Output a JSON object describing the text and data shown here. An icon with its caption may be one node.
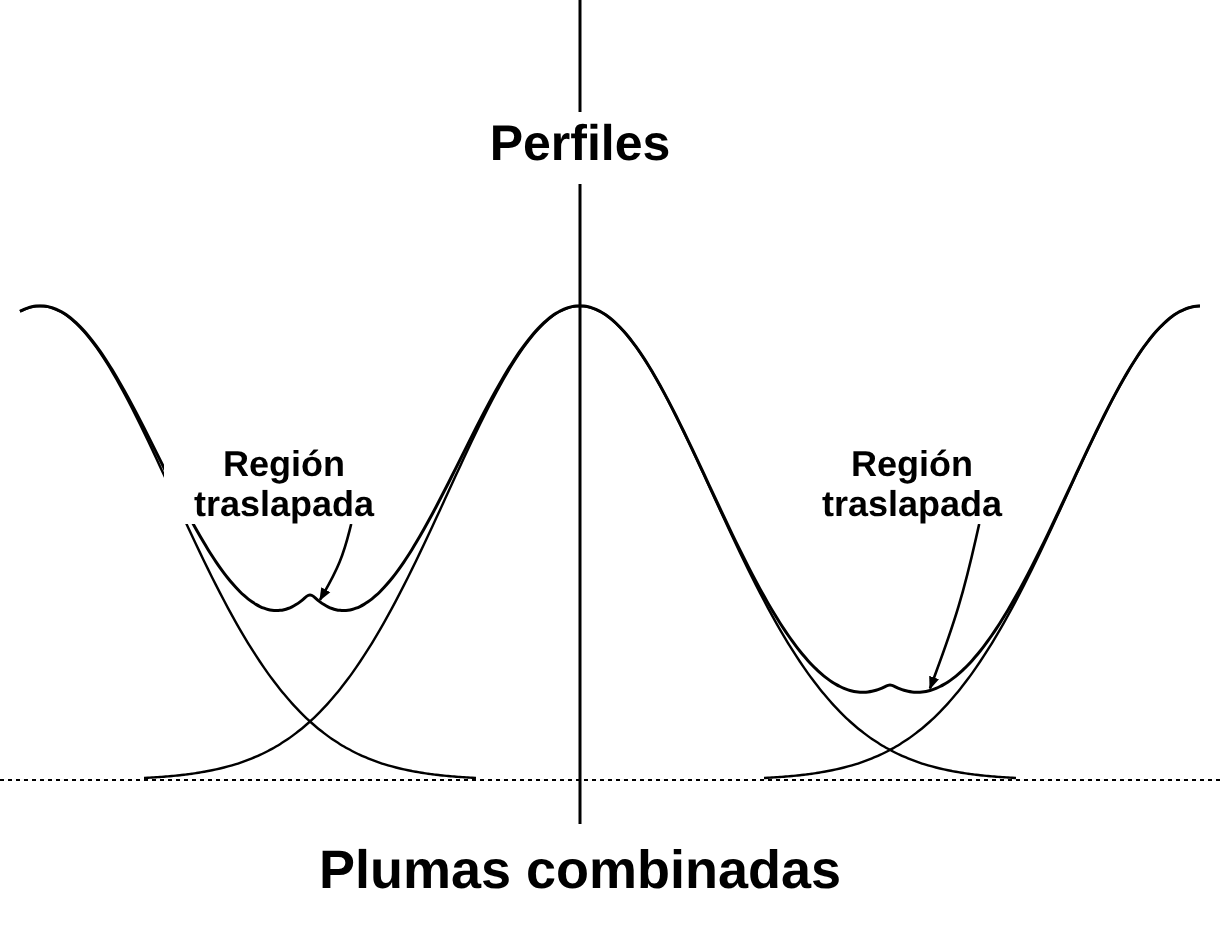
{
  "diagram": {
    "title": "Perfiles",
    "caption": "Plumas combinadas",
    "nodes": [
      {
        "text": [
          "Región traslapada"
        ]
      },
      {
        "text": [
          "Región traslapada"
        ]
      }
    ],
    "edges": [
      {
        "from": 0,
        "to": null,
        "arrow": "to"
      },
      {
        "from": 1,
        "to": null,
        "arrow": "to"
      }
    ]
  }
}
